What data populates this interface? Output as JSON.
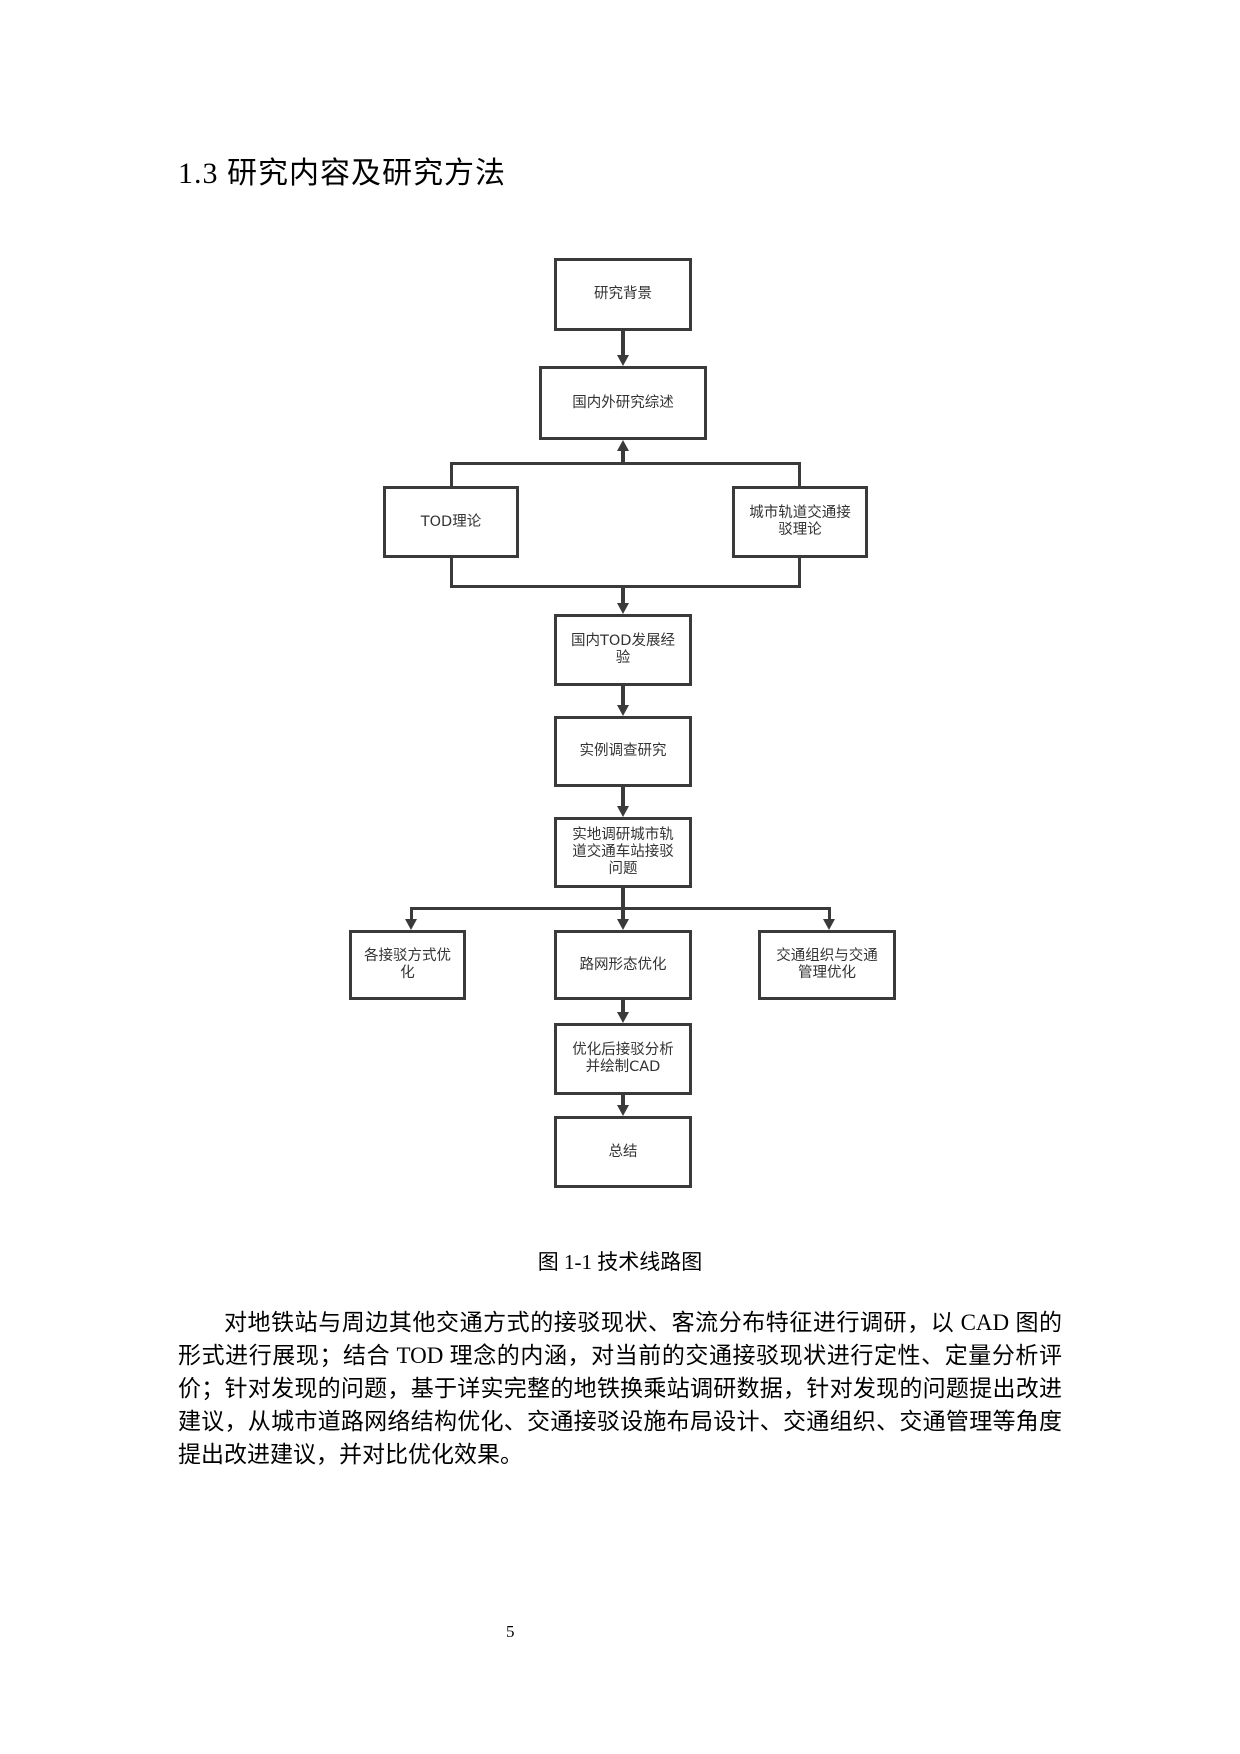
{
  "section": {
    "number": "1.3",
    "title": "1.3  研究内容及研究方法"
  },
  "flowchart": {
    "nodes": {
      "background": "研究背景",
      "literature_review": "国内外研究综述",
      "tod_theory": "TOD理论",
      "rail_transfer_theory": "城市轨道交通接驳理论",
      "domestic_tod": "国内TOD发展经验",
      "case_study": "实例调查研究",
      "field_survey": "实地调研城市轨道交通车站接驳问题",
      "transfer_mode_opt": "各接驳方式优化",
      "road_network_opt": "路网形态优化",
      "traffic_mgmt_opt": "交通组织与交通管理优化",
      "post_analysis": "优化后接驳分析并绘制CAD",
      "summary": "总结"
    },
    "line_color": "#3a3a3a"
  },
  "caption": "图 1-1  技术线路图",
  "paragraph": "对地铁站与周边其他交通方式的接驳现状、客流分布特征进行调研，以 CAD 图的形式进行展现；结合 TOD 理念的内涵，对当前的交通接驳现状进行定性、定量分析评价；针对发现的问题，基于详实完整的地铁换乘站调研数据，针对发现的问题提出改进建议，从城市道路网络结构优化、交通接驳设施布局设计、交通组织、交通管理等角度提出改进建议，并对比优化效果。",
  "page_number": "5"
}
